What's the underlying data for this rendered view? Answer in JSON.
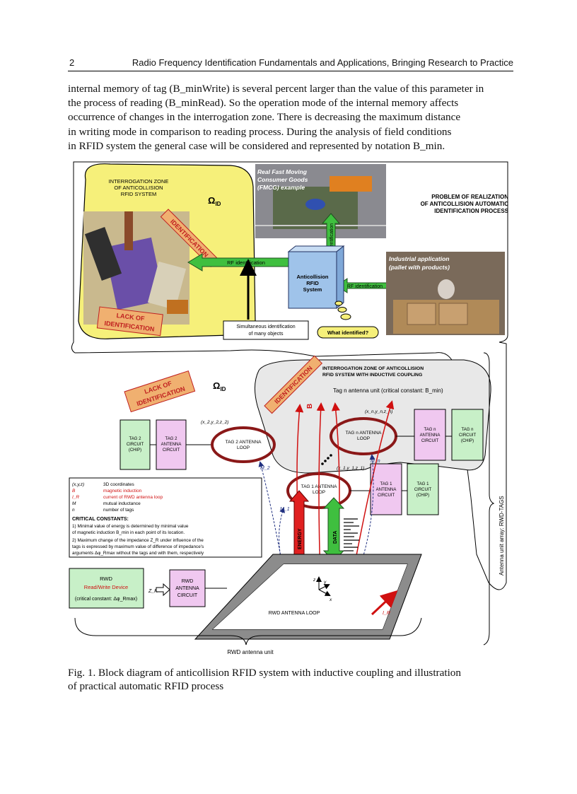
{
  "header": {
    "page_number": "2",
    "running_title": "Radio Frequency Identification Fundamentals and Applications, Bringing Research to Practice"
  },
  "body_lines": [
    "internal memory of tag (B_minWrite) is several percent larger than the value of this parameter in",
    "the process of reading (B_minRead). So the operation mode of the internal memory affects",
    "occurrence of changes in the interrogation zone. There is decreasing the maximum distance",
    "in writing mode in comparison to reading process. During the analysis of field conditions",
    "in RFID system the general case will be considered and represented by notation B_min."
  ],
  "figure": {
    "zone1_title": [
      "INTERROGATION ZONE",
      "OF ANTICOLLISION",
      "RFID SYSTEM"
    ],
    "omega": "Ω_ID",
    "identification": "IDENTIFICATION",
    "lack_of_identification": [
      "LACK OF",
      "IDENTIFICATION"
    ],
    "fmcg_caption": [
      "Real Fast Moving",
      "Consumer Goods",
      "(FMCG) example"
    ],
    "problem_title": [
      "PROBLEM OF REALIZATION",
      "OF ANTICOLLISION AUTOMATIC",
      "IDENTIFICATION PROCESS"
    ],
    "rf_identification": "RF identification",
    "industrial_caption": [
      "Industrial application",
      "(pallet with products)"
    ],
    "system_box": [
      "Anticollision",
      "RFID",
      "System"
    ],
    "simultaneous": [
      "Simultaneous identification",
      "of many objects"
    ],
    "what_identified": "What identified?",
    "zone2_title": [
      "INTERROGATION ZONE OF ANTICOLLISION",
      "RFID SYSTEM WITH INDUCTIVE COUPLING"
    ],
    "tag_n_unit": "Tag n antenna unit (critical constant: B_min)",
    "coord_n": "(x_n,y_n,z_n)",
    "coord_2": "(x_2,y_2,z_2)",
    "coord_1": "(x_1,y_1,z_1)",
    "b_label": "B",
    "tag2_circuit": [
      "TAG 2",
      "CIRCUIT",
      "(CHIP)"
    ],
    "tag2_antenna_circuit": [
      "TAG 2",
      "ANTENNA",
      "CIRCUIT"
    ],
    "tag2_loop": [
      "TAG 2 ANTENNA",
      "LOOP"
    ],
    "tagn_loop": [
      "TAG n ANTENNA",
      "LOOP"
    ],
    "tagn_antenna_circuit": [
      "TAG n",
      "ANTENNA",
      "CIRCUIT"
    ],
    "tagn_circuit": [
      "TAG n",
      "CIRCUIT",
      "(CHIP)"
    ],
    "tag1_loop": [
      "TAG 1 ANTENNA",
      "LOOP"
    ],
    "tag1_antenna_circuit": [
      "TAG 1",
      "ANTENNA",
      "CIRCUIT"
    ],
    "tag1_circuit": [
      "TAG 1",
      "CIRCUIT",
      "(CHIP)"
    ],
    "m2": "M_2",
    "mn": "M_n",
    "m1": "M_1",
    "legend": [
      {
        "sym": "(x,y,z)",
        "desc": "3D coordinates",
        "color": "#000000"
      },
      {
        "sym": "B",
        "desc": "magnetic induction",
        "color": "#d01010"
      },
      {
        "sym": "I_R",
        "desc": "current of RWD antenna loop",
        "color": "#d01010"
      },
      {
        "sym": "M",
        "desc": "mutual inductance",
        "color": "#000000"
      },
      {
        "sym": "n",
        "desc": "number of tags",
        "color": "#000000"
      }
    ],
    "critical_title": "CRITICAL CONSTANTS:",
    "critical_1": [
      "1) Minimal value of energy is determined by minimal value",
      "of magnetic induction B_min in each point of its location."
    ],
    "critical_2": [
      "2) Maximum change of the impedance Z_R under influence of the",
      "tags is expressed by maximum value of difference of impedance's",
      "arguments Δφ_Rmax without the tags and with them, respectively"
    ],
    "energy": "ENERGY",
    "data": "DATA",
    "rwd_title": "RWD",
    "rwd_device": "Read/Write Device",
    "rwd_constant": "(critical constant: Δφ_Rmax)",
    "zr": "Z_R",
    "rwd_antenna_circuit": [
      "RWD",
      "ANTENNA",
      "CIRCUIT"
    ],
    "rwd_loop": "RWD ANTENNA LOOP",
    "ir": "I_R",
    "axis_z": "z",
    "axis_y": "y",
    "axis_x": "x",
    "rwd_unit": "RWD antenna unit",
    "array_label": "Antenna unit array: RWD-TAGS",
    "colors": {
      "zone_yellow": "#f6f07a",
      "arrow_green": "#3fbf3f",
      "system_blue": "#9fc3ea",
      "tag_green": "#c8f0c8",
      "tag_pink": "#f0c8f0",
      "loop_red": "#8a1818"
    }
  },
  "caption_lines": [
    "Fig. 1. Block diagram of anticollision RFID system with inductive coupling and illustration",
    "of practical automatic RFID process"
  ]
}
